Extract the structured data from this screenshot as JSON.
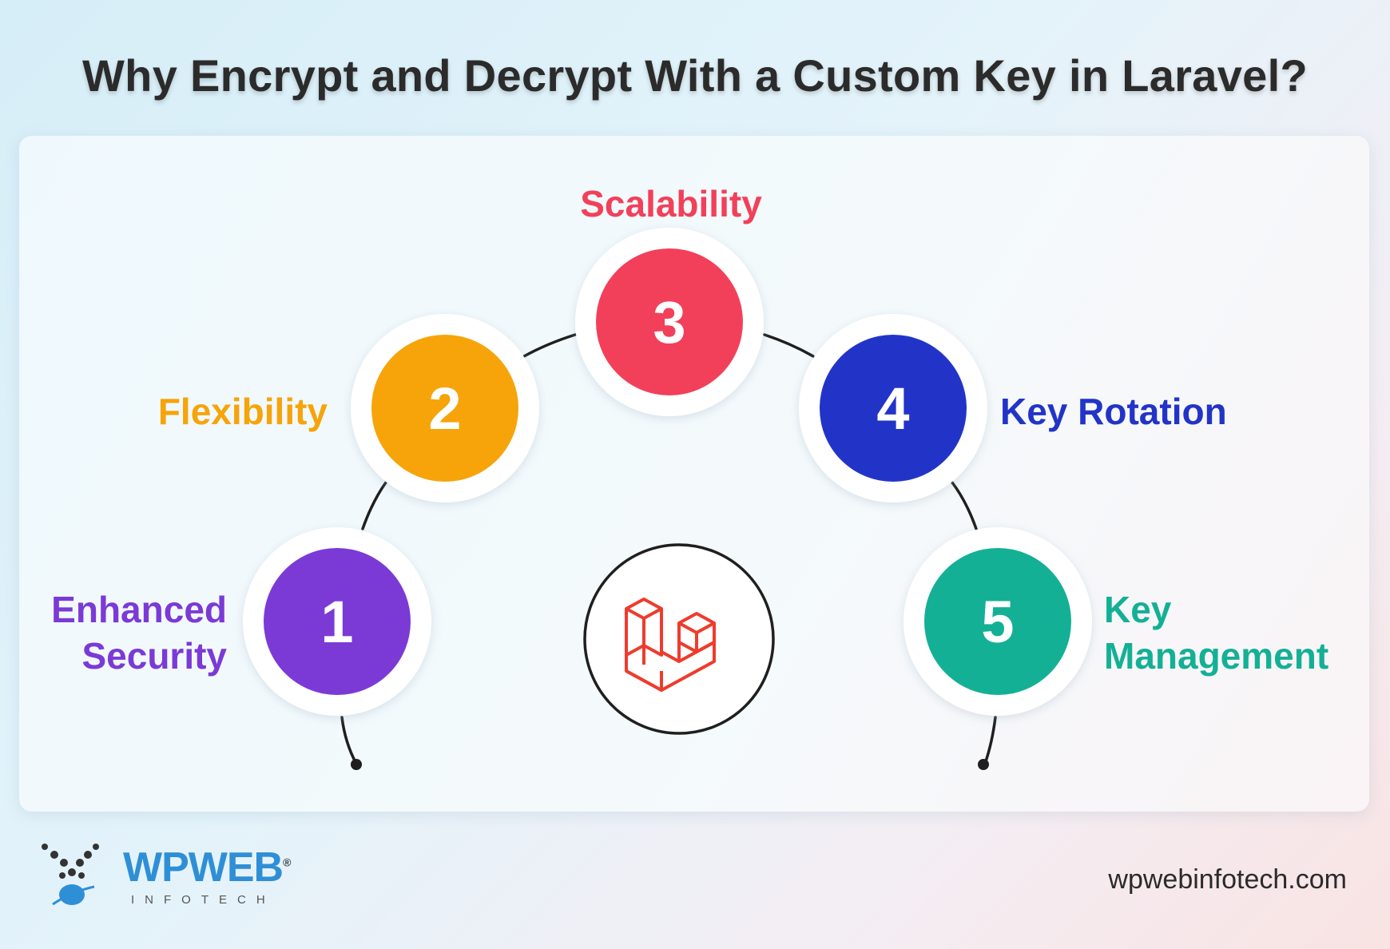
{
  "title": "Why Encrypt and Decrypt With a Custom Key in Laravel?",
  "items": [
    {
      "number": "1",
      "label": "Enhanced\nSecurity",
      "color": "#7b3ad6"
    },
    {
      "number": "2",
      "label": "Flexibility",
      "color": "#f6a40a"
    },
    {
      "number": "3",
      "label": "Scalability",
      "color": "#f2405a"
    },
    {
      "number": "4",
      "label": "Key Rotation",
      "color": "#2234c8"
    },
    {
      "number": "5",
      "label": "Key\nManagement",
      "color": "#14b096"
    }
  ],
  "center_icon": "laravel-logo-icon",
  "center_icon_color": "#ef3b2d",
  "brand": {
    "name": "WPWEB",
    "sub": "INFOTECH",
    "mark": "®"
  },
  "website": "wpwebinfotech.com"
}
